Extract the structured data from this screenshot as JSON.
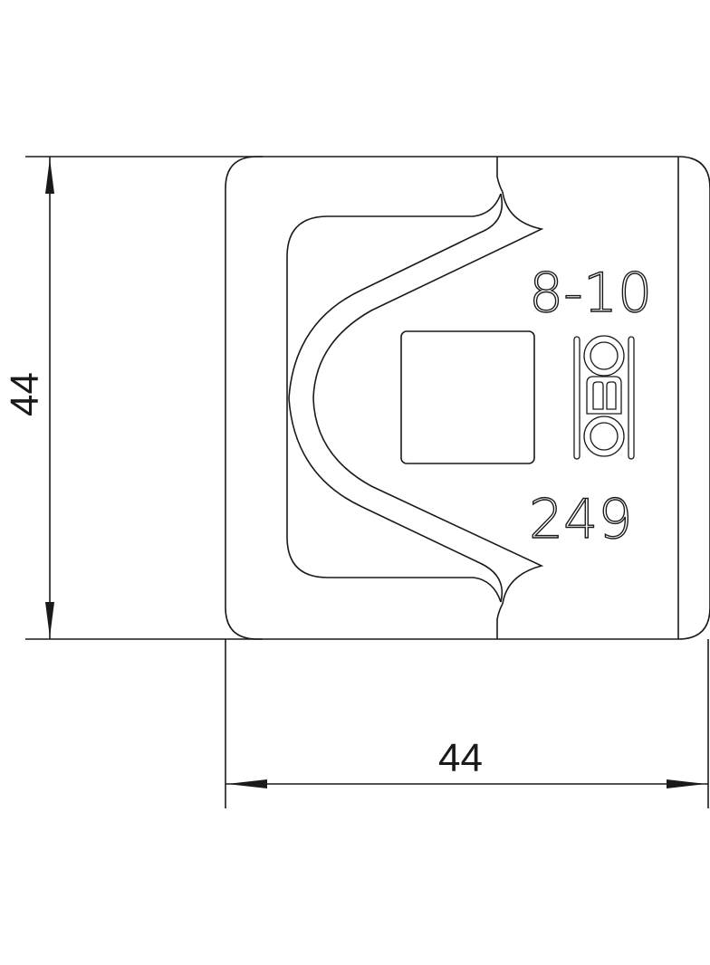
{
  "drawing": {
    "type": "technical-drawing",
    "subject": "OBO clamp part, front view",
    "dimensions": {
      "height": {
        "label": "44",
        "orientation": "vertical"
      },
      "width": {
        "label": "44",
        "orientation": "horizontal"
      }
    },
    "engravings": {
      "size_range": "8-10",
      "part_number": "249",
      "logo": "OBO"
    },
    "colors": {
      "line": "#1a1a1a",
      "background": "#ffffff"
    }
  }
}
